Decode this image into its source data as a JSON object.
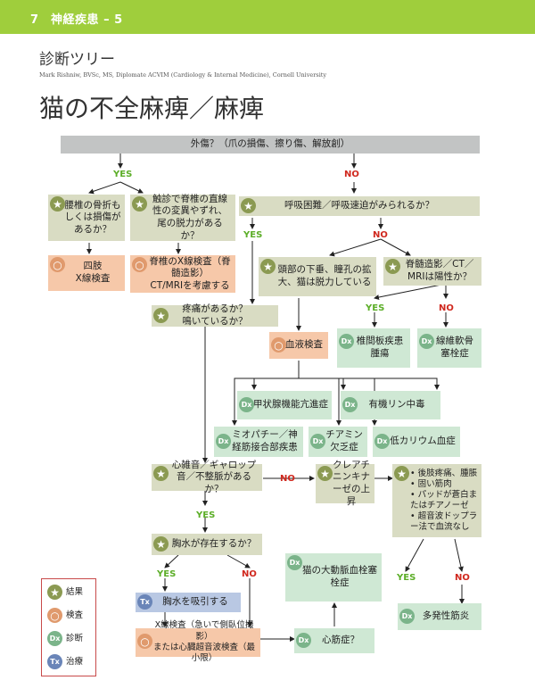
{
  "header": {
    "chapter": "7　神経疾患 – 5"
  },
  "subtitle": "診断ツリー",
  "author": "Mark Rishniw, BVSc, MS, Diplomate ACVIM (Cardiology & Internal Medicine), Cornell University",
  "title": "猫の不全麻痺／麻痺",
  "labels": {
    "yes": "YES",
    "no": "NO"
  },
  "icons": {
    "star": "★",
    "mag": "○",
    "dx": "Dx",
    "tx": "Tx"
  },
  "colors": {
    "accent": "#9fce3c",
    "finding": "#d9dcc3",
    "test": "#f6c8a9",
    "diagnosis": "#cfe8d4",
    "treatment": "#b9c8e3",
    "yes": "#5cae28",
    "no": "#d0281e"
  },
  "nodes": {
    "trauma": "外傷？（爪の損傷、擦り傷、解放創）",
    "vertebral_fracture": "腰椎の骨折もしくは損傷があるか？",
    "palpation": "触診で脊椎の直線性の変異やずれ、尾の脱力があるか？",
    "xray_limbs": "四肢\nX線検査",
    "spinal_xray": "脊椎のX線検査（脊髄造影）\nCT/MRIを考慮する",
    "respiratory": "呼吸困難／呼吸速迫がみられるか？",
    "head_droop": "頭部の下垂、瞳孔の拡大、猫は脱力している",
    "myelo_ct": "脊髄造影／CT／MRIは陽性か？",
    "pain": "疼痛があるか？\n鳴いているか？",
    "blood_test": "血液検査",
    "disc_tumor": "椎間板疾患\n腫瘍",
    "fibrocart": "線維軟骨\n塞栓症",
    "hyperthyroid": "甲状腺機能亢進症",
    "organophosphate": "有機リン中毒",
    "myopathy": "ミオパチー／神経筋接合部疾患",
    "thiamine": "チアミン\n欠乏症",
    "hypokalemia": "低カリウム血症",
    "murmur": "心雑音／ギャロップ音／不整脈があるか？",
    "creatinine": "クレアチニンキナーゼの上昇",
    "pleural": "胸水が存在するか？",
    "drain": "胸水を吸引する",
    "xray_echo": "X線検査（急いで側臥位撮影）\nまたは心臓超音波検査（最小限）",
    "cardiomyopathy": "心筋症？",
    "aortic": "猫の大動脈血栓塞栓症",
    "myositis": "多発性筋炎"
  },
  "signs": [
    "後肢疼痛、腫脹",
    "固い筋肉",
    "パッドが蒼白またはチアノーゼ",
    "超音波ドップラー法で血流なし"
  ],
  "legend": [
    {
      "icon": "★",
      "label": "結果"
    },
    {
      "icon": "○",
      "label": "検査"
    },
    {
      "icon": "Dx",
      "label": "診断"
    },
    {
      "icon": "Tx",
      "label": "治療"
    }
  ]
}
